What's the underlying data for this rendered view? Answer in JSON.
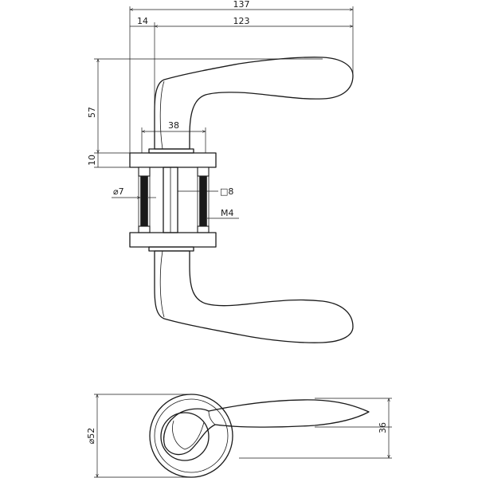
{
  "dimensions": {
    "overall_length": "137",
    "offset": "14",
    "lever_length": "123",
    "height": "57",
    "rose_thickness": "10",
    "rose_width": "38",
    "bolt_diameter": "7",
    "spindle_square": "8",
    "thread": "M4",
    "rose_diameter": "52",
    "lever_width": "36"
  },
  "symbols": {
    "diameter": "⌀",
    "square": "□"
  },
  "colors": {
    "line": "#1a1a1a",
    "background": "#ffffff"
  }
}
